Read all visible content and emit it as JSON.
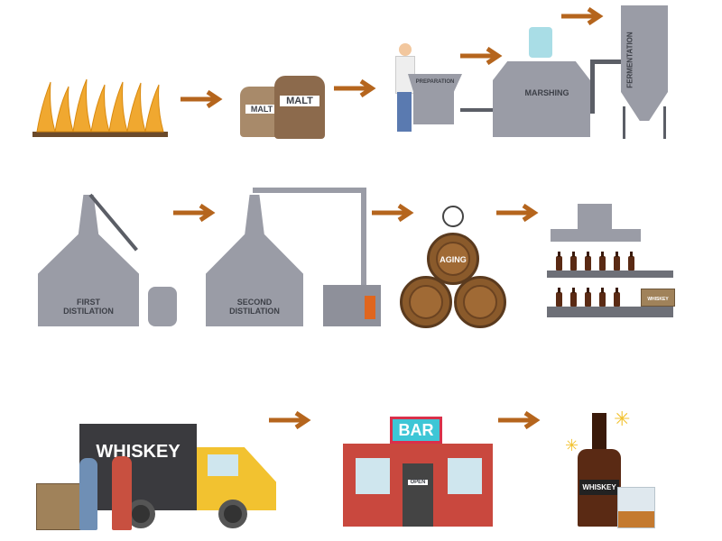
{
  "stages": {
    "malt_bag_1": "MALT",
    "malt_bag_2": "MALT",
    "preparation": "PREPARATION",
    "mashing": "MARSHING",
    "fermentation": "FERMENTATION",
    "first_distillation": "FIRST\nDISTILATION",
    "second_distillation": "SECOND\nDISTILATION",
    "aging": "AGING",
    "bottling_box": "WHISKEY",
    "truck": "WHISKEY",
    "bar_sign": "BAR",
    "bar_door": "OPEN",
    "bottle_label": "WHISKEY"
  },
  "colors": {
    "arrow": "#b5651d",
    "metal": "#9a9ca6",
    "wood": "#8a5a2b",
    "truck": "#f2c230",
    "bar_sign": "#3ec6d6",
    "brick": "#c9483e"
  }
}
